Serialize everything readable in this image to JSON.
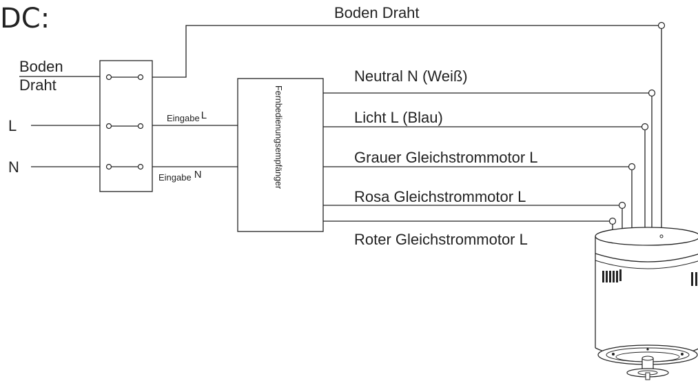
{
  "title": "DC:",
  "wires": {
    "ground_top": "Boden Draht",
    "ground_left_line1": "Boden",
    "ground_left_line2": "Draht",
    "L": "L",
    "N": "N",
    "input_L_prefix": "Eingabe",
    "input_L_suffix": "L",
    "input_N_prefix": "Eingabe",
    "input_N_suffix": "N"
  },
  "receiver": {
    "label": "Fernbedienungsempfänger"
  },
  "outputs": [
    {
      "label": "Neutral N (Weiß)"
    },
    {
      "label": "Licht L (Blau)"
    },
    {
      "label": "Grauer Gleichstrommotor L"
    },
    {
      "label": "Rosa Gleichstrommotor L"
    },
    {
      "label": "Roter Gleichstrommotor L"
    }
  ],
  "colors": {
    "ink": "#222222",
    "background": "#ffffff"
  }
}
